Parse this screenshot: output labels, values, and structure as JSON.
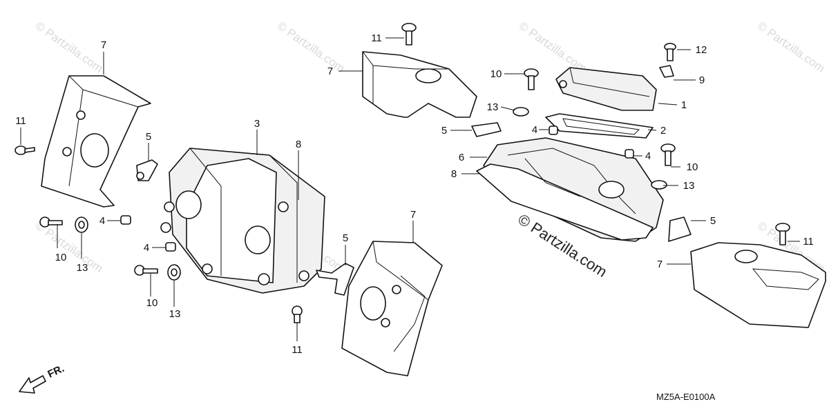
{
  "diagram": {
    "callouts": {
      "c1": "1",
      "c2": "2",
      "c3": "3",
      "c4a": "4",
      "c4b": "4",
      "c4c": "4",
      "c4d": "4",
      "c5a": "5",
      "c5b": "5",
      "c5c": "5",
      "c5d": "5",
      "c6": "6",
      "c7a": "7",
      "c7b": "7",
      "c7c": "7",
      "c7d": "7",
      "c8a": "8",
      "c8b": "8",
      "c9": "9",
      "c10a": "10",
      "c10b": "10",
      "c10c": "10",
      "c10d": "10",
      "c11a": "11",
      "c11b": "11",
      "c11c": "11",
      "c11d": "11",
      "c12": "12",
      "c13a": "13",
      "c13b": "13",
      "c13c": "13",
      "c13d": "13"
    },
    "direction_label": "FR.",
    "diagram_code": "MZ5A-E0100A",
    "watermark_center": "© Partzilla.com",
    "watermark_tile": "© Partzilla.com"
  }
}
